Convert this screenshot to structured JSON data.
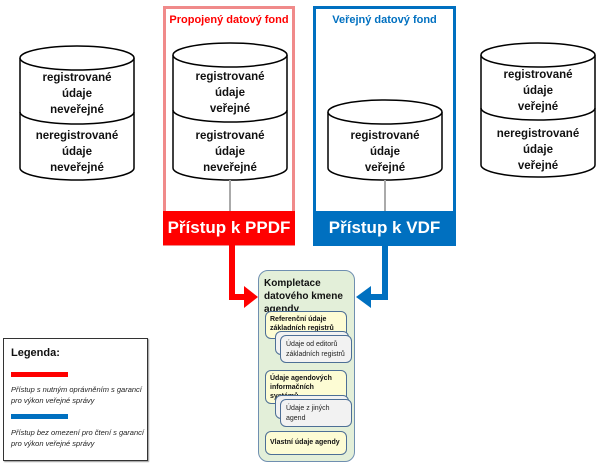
{
  "colors": {
    "red": "#ff0000",
    "red_frame": "#f08a8a",
    "blue": "#0070c0",
    "cylinder_stroke": "#000000",
    "connector": "#aaaaaa"
  },
  "cylinders": {
    "left": {
      "top_label": "registrované\núdaje\nneveřejné",
      "bottom_label": "neregistrované\núdaje\nneveřejné"
    },
    "ppdf": {
      "top_label": "registrované\núdaje\nveřejné",
      "bottom_label": "registrované\núdaje\nneveřejné"
    },
    "vdf": {
      "label": "registrované\núdaje\nveřejné"
    },
    "right": {
      "top_label": "registrované\núdaje\nveřejné",
      "bottom_label": "neregistrované\núdaje\nveřejné"
    }
  },
  "funds": {
    "ppdf": {
      "title": "Propojený datový fond",
      "access_label": "Přístup k PPDF"
    },
    "vdf": {
      "title": "Veřejný datový fond",
      "access_label": "Přístup k VDF"
    }
  },
  "kompletace": {
    "title": "Kompletace datového kmene agendy",
    "boxes": [
      {
        "label": "Referenční údaje základních registrů",
        "sub": "Údaje od editorů základních registrů"
      },
      {
        "label": "Údaje agendových informačních systémů",
        "sub": "Údaje z jiných agend"
      },
      {
        "label": "Vlastní údaje agendy"
      }
    ]
  },
  "legend": {
    "title": "Legenda:",
    "items": [
      {
        "color": "#ff0000",
        "text": "Přístup s nutným oprávněním s garancí pro výkon veřejné správy"
      },
      {
        "color": "#0070c0",
        "text": "Přístup bez omezení pro čtení s garancí pro výkon veřejné správy"
      }
    ]
  }
}
